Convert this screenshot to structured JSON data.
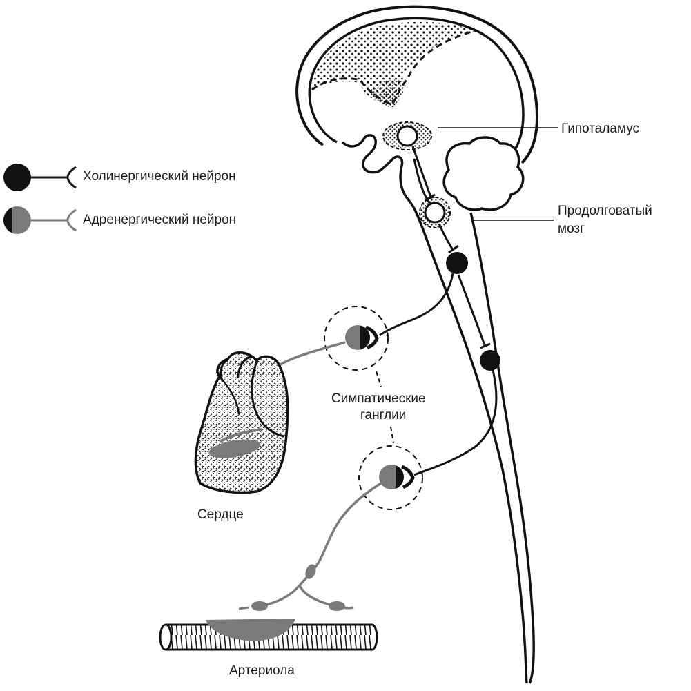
{
  "legend": {
    "cholinergic_label": "Холинергический нейрон",
    "adrenergic_label": "Адренергический нейрон"
  },
  "labels": {
    "hypothalamus": "Гипоталамус",
    "medulla_line1": "Продолговатый",
    "medulla_line2": "мозг",
    "ganglia_line1": "Симпатические",
    "ganglia_line2": "ганглии",
    "heart": "Сердце",
    "arteriole": "Артериола"
  },
  "colors": {
    "cholinergic": "#111111",
    "adrenergic": "#7a7a7a",
    "outline": "#111111",
    "background": "#ffffff"
  }
}
